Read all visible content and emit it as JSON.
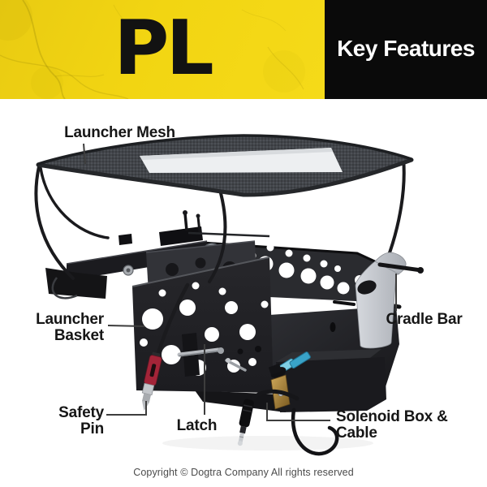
{
  "header": {
    "product_code": "PL",
    "section_title": "Key Features"
  },
  "callouts": {
    "launcher_mesh": "Launcher Mesh",
    "launcher_basket": {
      "line1": "Launcher",
      "line2": "Basket"
    },
    "safety_pin": {
      "line1": "Safety",
      "line2": "Pin"
    },
    "latch": "Latch",
    "cradle_bar": "Cradle Bar",
    "solenoid": {
      "line1": "Solenoid Box &",
      "line2": "Cable"
    }
  },
  "footer": {
    "copyright": "Copyright © Dogtra Company All rights reserved"
  },
  "colors": {
    "header_yellow": "#f2d512",
    "header_black": "#0a0a0a",
    "label_text": "#161616",
    "leader_line": "#3d3d3d",
    "safety_pin_red": "#a32438",
    "solenoid_gold": "#b89040",
    "connector_blue": "#55b9d6",
    "cradle_gray": "#c9cdd3",
    "copyright_gray": "#4b4b4b"
  }
}
